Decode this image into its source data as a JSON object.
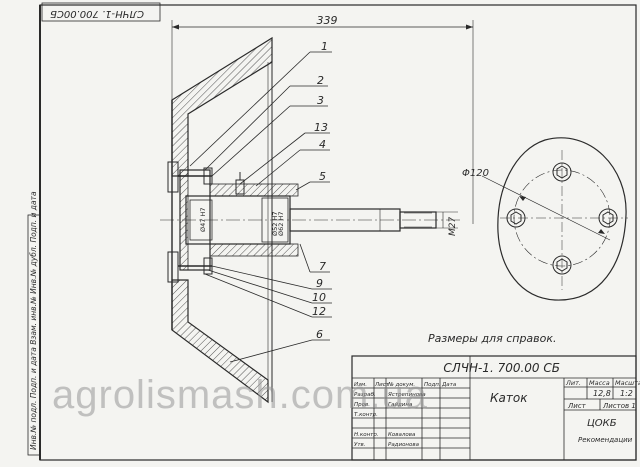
{
  "stamp_top_left": "СЛЧН-1. 700.00СБ",
  "overall_dimension": "339",
  "callouts": {
    "c1": "1",
    "c2": "2",
    "c3": "3",
    "c13": "13",
    "c4": "4",
    "c5": "5",
    "c7": "7",
    "c9": "9",
    "c10": "10",
    "c12": "12",
    "c6": "6"
  },
  "shaft_diameter": "M27",
  "bore_dim_a": "Ø47 H7",
  "bore_dim_b": "Ø52 H7",
  "bore_dim_c": "Ø62 H7",
  "circle_diameter": "Φ120",
  "note": "Размеры для справок.",
  "title_block": {
    "designation": "СЛЧН-1. 700.00 СБ",
    "name": "Каток",
    "col_lit": "Лит.",
    "col_mass": "Масса",
    "col_scale": "Масштаб",
    "mass": "12,8",
    "scale": "1:2",
    "sheet": "Лист",
    "sheets": "Листов 1",
    "org": "ЦОКБ",
    "sub": "Рекомендации",
    "r_izm": "Изм.",
    "r_list": "Лист",
    "r_doc": "№ докум.",
    "r_podp": "Подп.",
    "r_data": "Дата",
    "role_dev": "Разраб.",
    "role_chk": "Пров.",
    "role_tech": "Т.контр.",
    "role_nctrl": "Н.контр.",
    "role_appr": "Утв.",
    "name_dev": "Ястрепинова",
    "name_chk": "Гайдина",
    "name_nctrl": "Ковалова",
    "name_appr": "Радионова"
  },
  "side_strip": "Инв.№ подл.   Подп. и дата   Взам. инв.№   Инв.№ дубл.   Подп. и дата",
  "watermark": "agrolismash.com.ua"
}
